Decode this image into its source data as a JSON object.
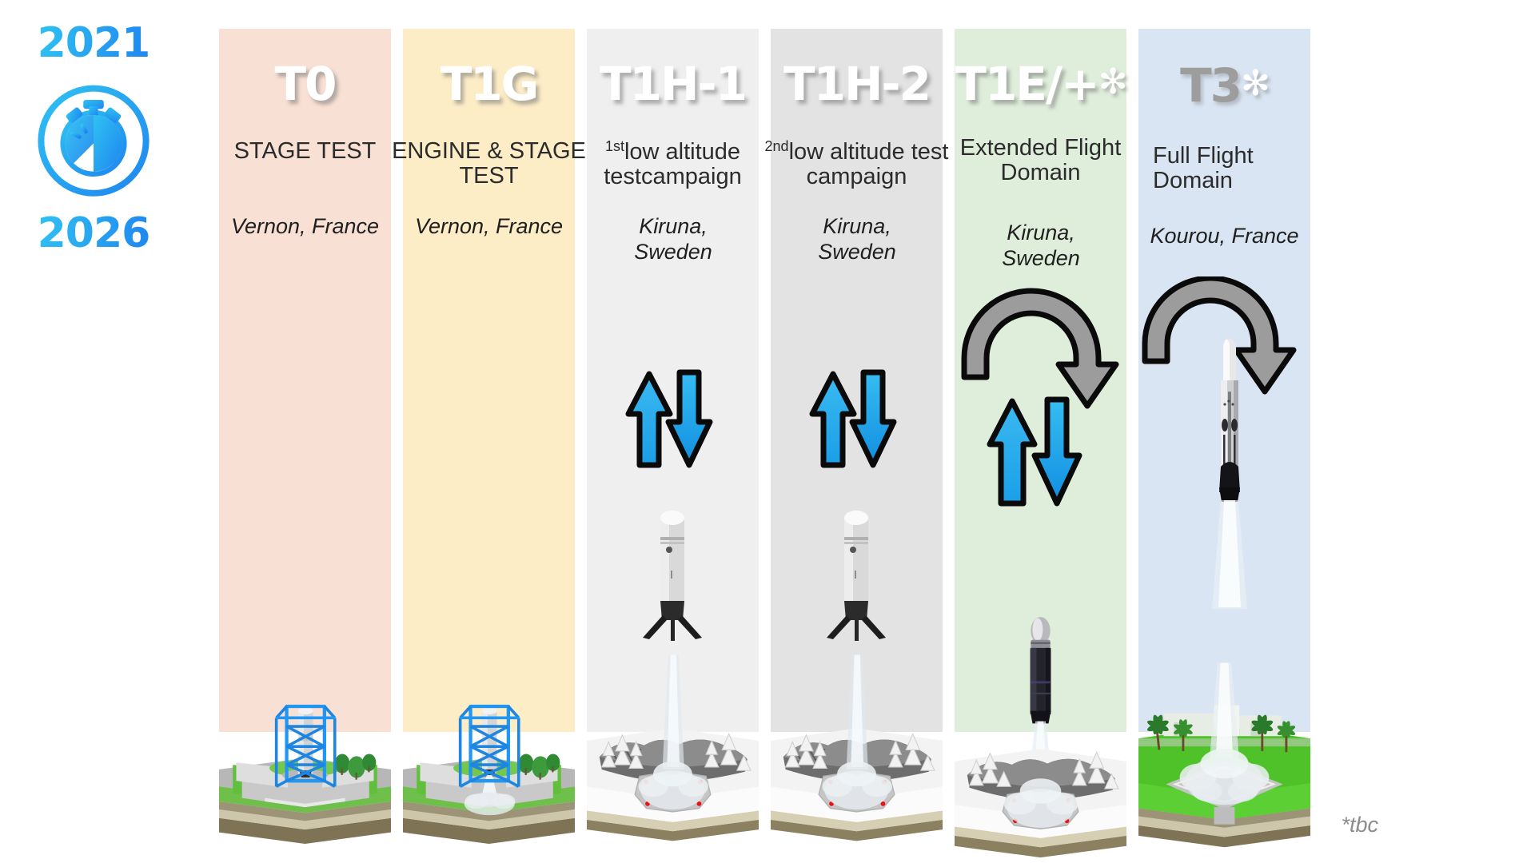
{
  "timer": {
    "start_year": "2021",
    "end_year": "2026",
    "icon": "stopwatch-icon",
    "accent_light": "#2fc2f2",
    "accent_dark": "#1f86ef"
  },
  "footnote": "*tbc",
  "columns": [
    {
      "code": "T0",
      "mark": "",
      "code_color": "#ffffff",
      "subtitle": "STAGE TEST",
      "subtitle_prefix": "",
      "location": "Vernon, France",
      "bg": "#f8e0d4",
      "art": "test-stand-diorama",
      "arrows": "none",
      "rocket": "none"
    },
    {
      "code": "T1G",
      "mark": "",
      "code_color": "#ffffff",
      "subtitle": "ENGINE & STAGE TEST",
      "subtitle_prefix": "",
      "location": "Vernon, France",
      "bg": "#fcedc6",
      "art": "test-stand-diorama-firing",
      "arrows": "none",
      "rocket": "none"
    },
    {
      "code": "T1H-1",
      "mark": "",
      "code_color": "#ffffff",
      "subtitle": "low altitude testcampaign",
      "subtitle_prefix": "1st",
      "location": "Kiruna, Sweden",
      "bg": "#efefef",
      "art": "snow-landing-pad",
      "arrows": "up-down",
      "rocket": "hopper"
    },
    {
      "code": "T1H-2",
      "mark": "",
      "code_color": "#ffffff",
      "subtitle": "low altitude test campaign",
      "subtitle_prefix": "2nd",
      "location": "Kiruna, Sweden",
      "bg": "#e3e3e3",
      "art": "snow-landing-pad",
      "arrows": "up-down",
      "rocket": "hopper"
    },
    {
      "code": "T1E/+",
      "mark": "✻",
      "code_color": "#ffffff",
      "subtitle": "Extended Flight Domain",
      "subtitle_prefix": "",
      "location": "Kiruna, Sweden",
      "bg": "#dfeedb",
      "art": "snow-landing-pad",
      "arrows": "arc-up-down",
      "rocket": "ascending-dark"
    },
    {
      "code": "T3",
      "mark": "✻",
      "code_color": "#9d9d9d",
      "subtitle": "Full Flight Domain",
      "subtitle_prefix": "",
      "location": "Kourou, France",
      "bg": "#d9e5f3",
      "art": "tropical-launch-pad",
      "arrows": "arc",
      "rocket": "launch-vehicle"
    }
  ]
}
